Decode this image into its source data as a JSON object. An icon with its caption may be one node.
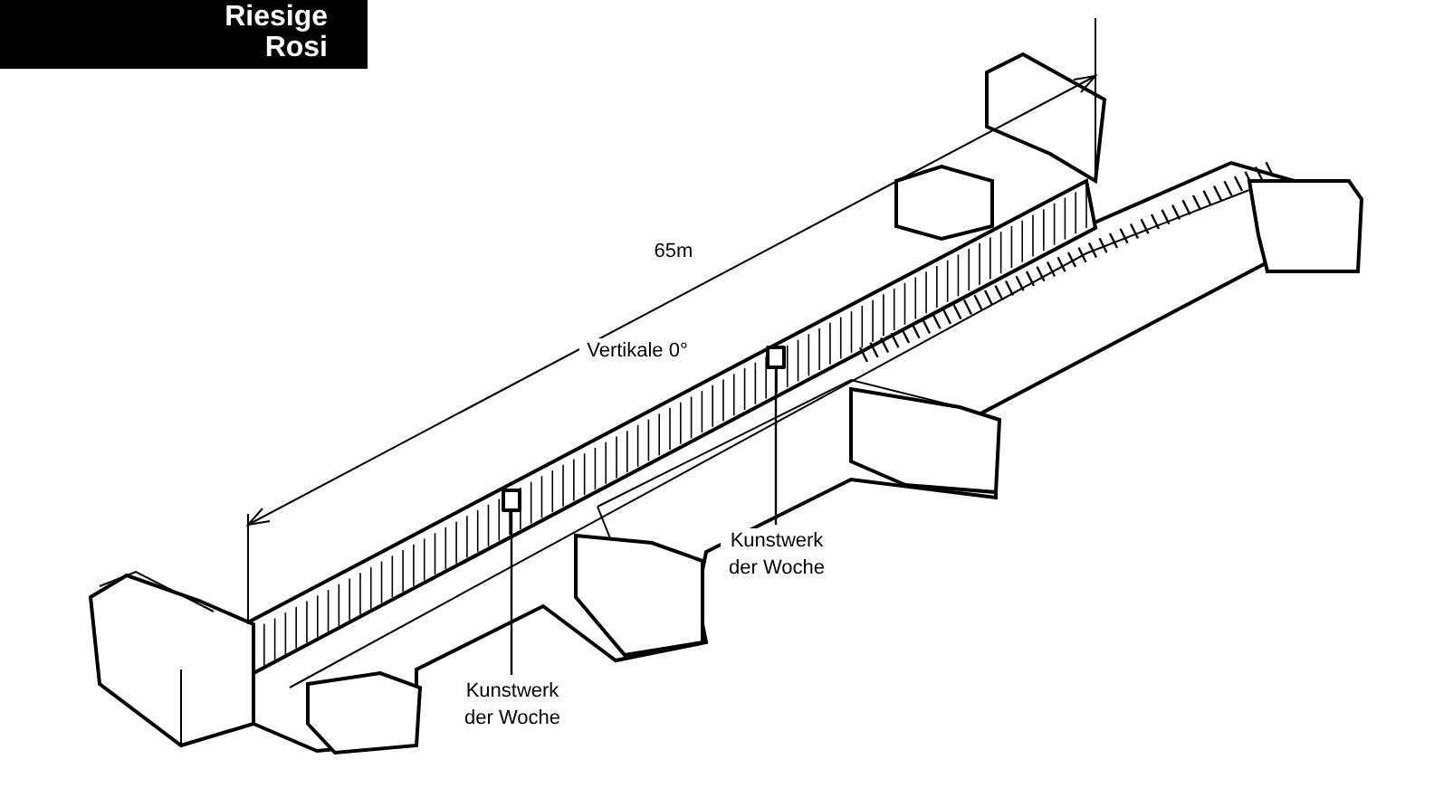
{
  "diagram": {
    "title": "Riesige Rosi",
    "nodes": [
      {
        "text": [],
        "shape": "box"
      },
      {
        "text": [],
        "shape": "box"
      },
      {
        "text": [
          "Kunstwerk der Woche"
        ]
      },
      {
        "text": [
          "Kunstwerk der Woche"
        ]
      }
    ],
    "edges": [
      {
        "from": 2,
        "to": 1,
        "arrow": "none"
      },
      {
        "from": 3,
        "to": 0,
        "arrow": "none"
      }
    ],
    "labels": [
      "65m",
      "Vertikale 0°"
    ]
  }
}
